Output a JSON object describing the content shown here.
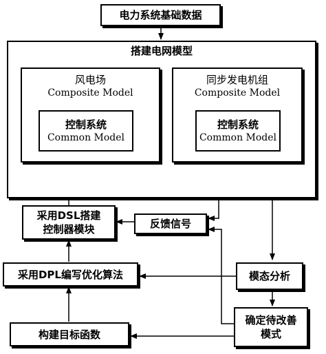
{
  "diagram": {
    "top_input": "电力系统基础数据",
    "grid_model": {
      "title": "搭建电网模型",
      "wind_farm": {
        "name": "风电场",
        "model": "Composite Model",
        "control": {
          "name": "控制系统",
          "model": "Common Model"
        }
      },
      "sync_gen": {
        "name": "同步发电机组",
        "model": "Composite Model",
        "control": {
          "name": "控制系统",
          "model": "Common Model"
        }
      }
    },
    "dsl_module": {
      "line1": "采用DSL搭建",
      "line2": "控制器模块"
    },
    "feedback": "反馈信号",
    "dpl_opt": "采用DPL编写优化算法",
    "modal_analysis": "模态分析",
    "objective": "构建目标函数",
    "mode_to_improve": {
      "line1": "确定待改善",
      "line2": "模式"
    }
  }
}
